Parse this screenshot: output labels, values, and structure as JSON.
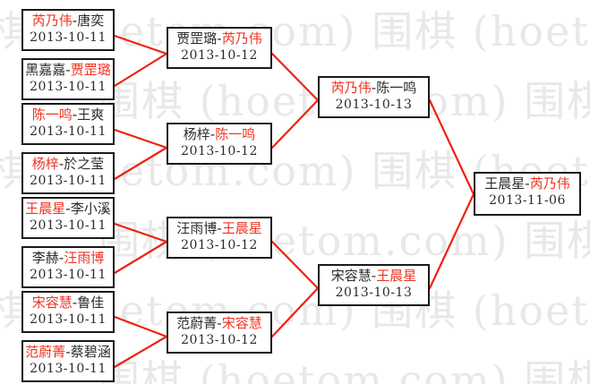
{
  "watermark": {
    "text": "围棋 (hoetom.com)",
    "color": "#e8e8e8"
  },
  "colors": {
    "winner": "#ee3322",
    "loser": "#2b2b2b",
    "box_border": "#1a1a1a",
    "connector": "#ee2211",
    "background": "#ffffff"
  },
  "bracket": {
    "rounds": [
      {
        "name": "round-1",
        "matches": [
          {
            "p1": "芮乃伟",
            "p2": "唐奕",
            "winner": 1,
            "date": "2013-10-11"
          },
          {
            "p1": "黑嘉嘉",
            "p2": "贾罡璐",
            "winner": 2,
            "date": "2013-10-11"
          },
          {
            "p1": "陈一鸣",
            "p2": "王爽",
            "winner": 1,
            "date": "2013-10-11"
          },
          {
            "p1": "杨梓",
            "p2": "於之莹",
            "winner": 1,
            "date": "2013-10-11"
          },
          {
            "p1": "王晨星",
            "p2": "李小溪",
            "winner": 1,
            "date": "2013-10-11"
          },
          {
            "p1": "李赫",
            "p2": "汪雨博",
            "winner": 2,
            "date": "2013-10-11"
          },
          {
            "p1": "宋容慧",
            "p2": "鲁佳",
            "winner": 1,
            "date": "2013-10-11"
          },
          {
            "p1": "范蔚菁",
            "p2": "蔡碧涵",
            "winner": 1,
            "date": "2013-10-11"
          }
        ]
      },
      {
        "name": "round-2",
        "matches": [
          {
            "p1": "贾罡璐",
            "p2": "芮乃伟",
            "winner": 2,
            "date": "2013-10-12"
          },
          {
            "p1": "杨梓",
            "p2": "陈一鸣",
            "winner": 2,
            "date": "2013-10-12"
          },
          {
            "p1": "汪雨博",
            "p2": "王晨星",
            "winner": 2,
            "date": "2013-10-12"
          },
          {
            "p1": "范蔚菁",
            "p2": "宋容慧",
            "winner": 2,
            "date": "2013-10-12"
          }
        ]
      },
      {
        "name": "semifinal",
        "matches": [
          {
            "p1": "芮乃伟",
            "p2": "陈一鸣",
            "winner": 1,
            "date": "2013-10-13"
          },
          {
            "p1": "宋容慧",
            "p2": "王晨星",
            "winner": 2,
            "date": "2013-10-13"
          }
        ]
      },
      {
        "name": "final",
        "matches": [
          {
            "p1": "王晨星",
            "p2": "芮乃伟",
            "winner": 2,
            "date": "2013-11-06"
          }
        ]
      }
    ]
  }
}
